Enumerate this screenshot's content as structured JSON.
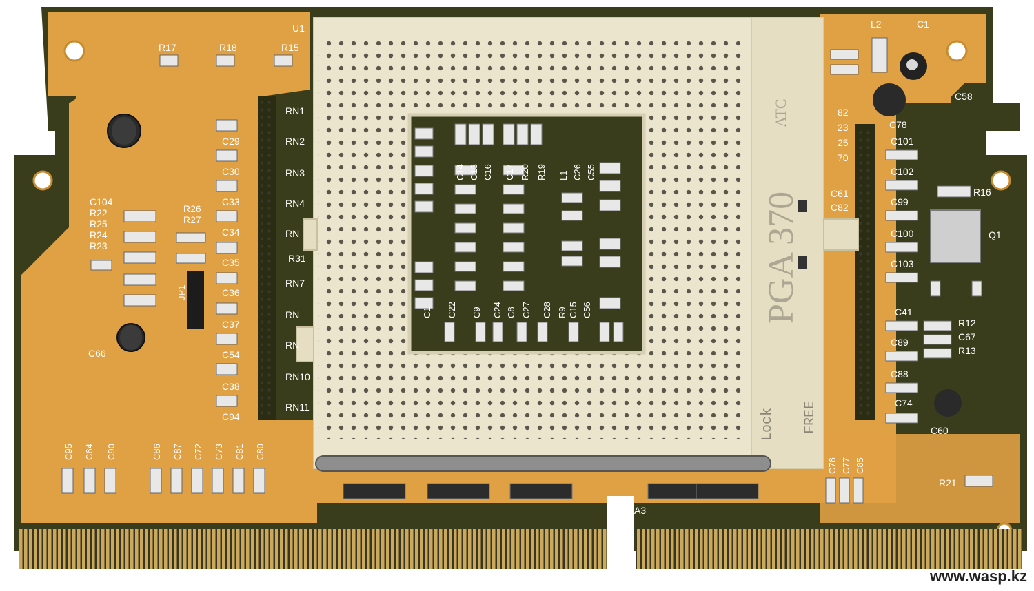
{
  "board": {
    "component_labels": {
      "U1": "U1",
      "R17": "R17",
      "R18": "R18",
      "R15": "R15",
      "L2": "L2",
      "C1": "C1",
      "C58": "C58",
      "C78": "C78",
      "C101": "C101",
      "C102": "C102",
      "C99": "C99",
      "C100": "C100",
      "C103": "C103",
      "C41": "C41",
      "C89": "C89",
      "C88": "C88",
      "C74": "C74",
      "C60": "C60",
      "C67": "C67",
      "R12": "R12",
      "R13": "R13",
      "R16": "R16",
      "Q1": "Q1",
      "R21": "R21",
      "C61": "C61",
      "C82b": "C82",
      "v82": "82",
      "v23": "23",
      "v25": "25",
      "v70": "70",
      "C29": "C29",
      "C30": "C30",
      "C33": "C33",
      "C34": "C34",
      "C35": "C35",
      "C36": "C36",
      "C37": "C37",
      "C54": "C54",
      "C38": "C38",
      "C94": "C94",
      "C66": "C66",
      "RN1": "RN1",
      "RN2": "RN2",
      "RN3": "RN3",
      "RN4": "RN4",
      "RN5": "RN",
      "R31": "R31",
      "RN7": "RN7",
      "RN8": "RN",
      "RN9": "RN",
      "RN10": "RN10",
      "RN11": "RN11",
      "C104": "C104",
      "R22": "R22",
      "R25": "R25",
      "R24": "R24",
      "R23": "R23",
      "R26": "R26",
      "R27": "R27",
      "JP1": "JP1",
      "C95": "C95",
      "C64": "C64",
      "C90": "C90",
      "C86": "C86",
      "C87": "C87",
      "C72": "C72",
      "C73": "C73",
      "C81": "C81",
      "C80": "C80",
      "C76": "C76",
      "C77": "C77",
      "C85": "C85",
      "A3": "A3",
      "C14": "C14",
      "C13": "C13",
      "C16": "C16",
      "C17": "C17",
      "R20": "R20",
      "R19": "R19",
      "L1": "L1",
      "C26": "C26",
      "C55": "C55",
      "C1b": "C1",
      "C22": "C22",
      "C9": "C9",
      "C24": "C24",
      "C8": "C8",
      "C27": "C27",
      "C28": "C28",
      "R9": "R9",
      "C15": "C15",
      "C56": "C56"
    },
    "socket": {
      "name": "PGA 370",
      "brand": "ATC",
      "lock": "Lock",
      "free": "FREE"
    },
    "colors": {
      "pcb_orange": "#e0a044",
      "pcb_dark": "#3a3d1c",
      "socket_cream": "#ece5cd",
      "pad_silver": "#c8c8c8"
    }
  },
  "watermark": "www.wasp.kz"
}
